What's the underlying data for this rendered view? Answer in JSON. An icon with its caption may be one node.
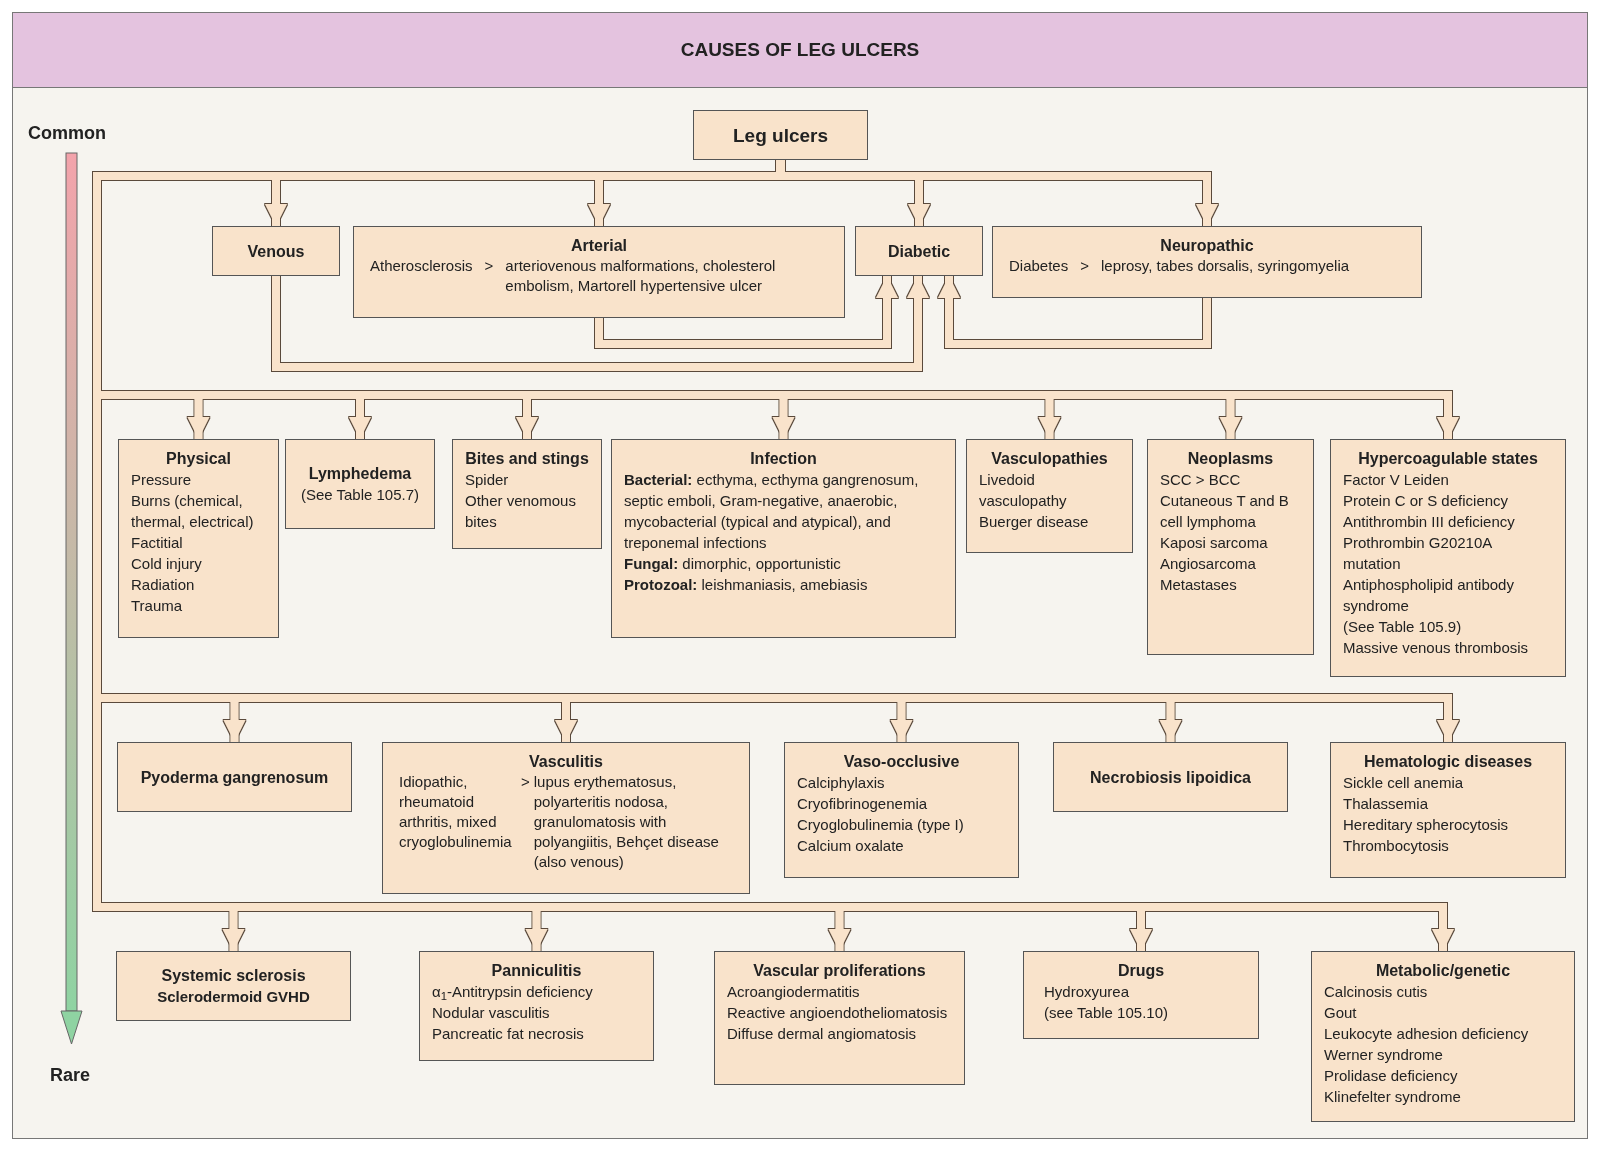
{
  "diagram": {
    "title": "CAUSES OF LEG ULCERS",
    "nodes": [
      {
        "text": [
          "Leg ulcers"
        ]
      },
      {
        "text": [
          "Venous"
        ]
      },
      {
        "text": [
          "Arterial",
          "Atherosclerosis",
          ">",
          "arteriovenous malformations, cholesterol embolism, Martorell hypertensive ulcer"
        ]
      },
      {
        "text": [
          "Diabetic"
        ]
      },
      {
        "text": [
          "Neuropathic",
          "Diabetes",
          ">",
          "leprosy, tabes dorsalis, syringomyelia"
        ]
      },
      {
        "text": [
          "Physical",
          "Pressure",
          "Burns (chemical, thermal, electrical)",
          "Factitial",
          "Cold injury",
          "Radiation",
          "Trauma"
        ]
      },
      {
        "text": [
          "Lymphedema",
          "(See Table 105.7)"
        ]
      },
      {
        "text": [
          "Bites and stings",
          "Spider",
          "Other venomous bites"
        ]
      },
      {
        "text": [
          "Infection",
          "**Bacterial:** ecthyma, ecthyma gangrenosum, septic emboli, Gram-negative, anaerobic, mycobacterial (typical and atypical), and treponemal infections",
          "**Fungal:** dimorphic, opportunistic",
          "**Protozoal:** leishmaniasis, amebiasis"
        ]
      },
      {
        "text": [
          "Vasculopathies",
          "Livedoid vasculopathy",
          "Buerger disease"
        ]
      },
      {
        "text": [
          "Neoplasms",
          "SCC > BCC",
          "Cutaneous T and B cell lymphoma",
          "Kaposi sarcoma",
          "Angiosarcoma",
          "Metastases"
        ]
      },
      {
        "text": [
          "Hypercoagulable states",
          "Factor V Leiden",
          "Protein C or S deficiency",
          "Antithrombin III deficiency",
          "Prothrombin G20210A mutation",
          "Antiphospholipid antibody syndrome",
          "(See Table 105.9)",
          "Massive venous thrombosis"
        ]
      },
      {
        "text": [
          "Pyoderma gangrenosum"
        ]
      },
      {
        "text": [
          "Vasculitis",
          "Idiopathic, rheumatoid arthritis, mixed cryoglobulinemia",
          ">",
          "lupus erythematosus, polyarteritis nodosa, granulomatosis with polyangiitis, Behçet disease (also venous)"
        ]
      },
      {
        "text": [
          "Vaso-occlusive",
          "Calciphylaxis",
          "Cryofibrinogenemia",
          "Cryoglobulinemia (type I)",
          "Calcium oxalate"
        ]
      },
      {
        "text": [
          "Necrobiosis lipoidica"
        ]
      },
      {
        "text": [
          "Hematologic diseases",
          "Sickle cell anemia",
          "Thalassemia",
          "Hereditary spherocytosis",
          "Thrombocytosis"
        ]
      },
      {
        "text": [
          "Systemic sclerosis",
          "**Sclerodermoid GVHD**"
        ]
      },
      {
        "text": [
          "Panniculitis",
          "α$_{1}$-Antitrypsin deficiency",
          "Nodular vasculitis",
          "Pancreatic fat necrosis"
        ]
      },
      {
        "text": [
          "Vascular proliferations",
          "Acroangiodermatitis",
          "Reactive angioendotheliomatosis",
          "Diffuse dermal angiomatosis"
        ]
      },
      {
        "text": [
          "Drugs",
          "Hydroxyurea",
          "(see Table 105.10)"
        ]
      },
      {
        "text": [
          "Metabolic/genetic",
          "Calcinosis cutis",
          "Gout",
          "Leukocyte adhesion deficiency",
          "Werner syndrome",
          "Prolidase deficiency",
          "Klinefelter syndrome"
        ]
      }
    ],
    "edges": [
      {
        "from": 0,
        "to": 1,
        "arrow": "to"
      },
      {
        "from": 0,
        "to": 2,
        "arrow": "to"
      },
      {
        "from": 0,
        "to": 3,
        "arrow": "to"
      },
      {
        "from": 0,
        "to": 4,
        "arrow": "to"
      },
      {
        "from": 0,
        "to": 5,
        "arrow": "to"
      },
      {
        "from": 0,
        "to": 6,
        "arrow": "to"
      },
      {
        "from": 0,
        "to": 7,
        "arrow": "to"
      },
      {
        "from": 0,
        "to": 8,
        "arrow": "to"
      },
      {
        "from": 0,
        "to": 9,
        "arrow": "to"
      },
      {
        "from": 0,
        "to": 10,
        "arrow": "to"
      },
      {
        "from": 0,
        "to": 11,
        "arrow": "to"
      },
      {
        "from": 0,
        "to": 12,
        "arrow": "to"
      },
      {
        "from": 0,
        "to": 13,
        "arrow": "to"
      },
      {
        "from": 0,
        "to": 14,
        "arrow": "to"
      },
      {
        "from": 0,
        "to": 15,
        "arrow": "to"
      },
      {
        "from": 0,
        "to": 16,
        "arrow": "to"
      },
      {
        "from": 0,
        "to": 17,
        "arrow": "to"
      },
      {
        "from": 0,
        "to": 18,
        "arrow": "to"
      },
      {
        "from": 0,
        "to": 19,
        "arrow": "to"
      },
      {
        "from": 0,
        "to": 20,
        "arrow": "to"
      },
      {
        "from": 0,
        "to": 21,
        "arrow": "to"
      },
      {
        "from": 1,
        "to": 3,
        "arrow": "to"
      },
      {
        "from": 2,
        "to": 3,
        "arrow": "to"
      },
      {
        "from": 4,
        "to": 3,
        "arrow": "to"
      }
    ],
    "labels": [
      "Common",
      "Rare"
    ]
  }
}
